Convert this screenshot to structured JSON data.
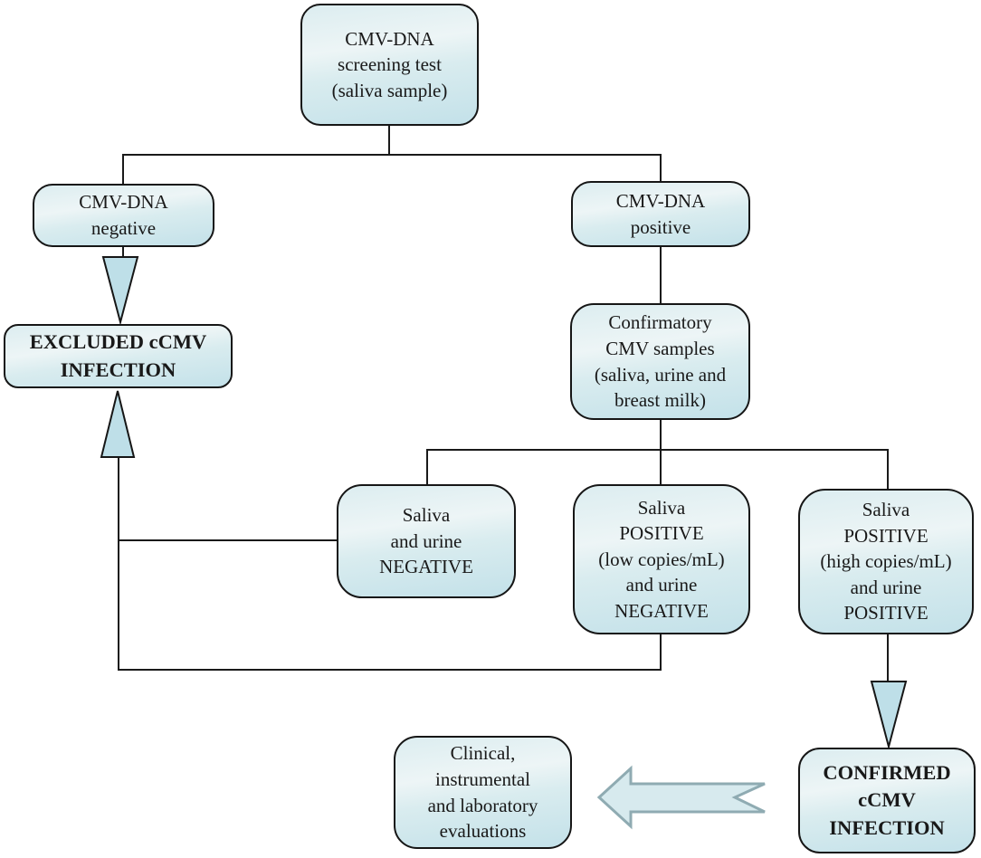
{
  "colors": {
    "node_border": "#161616",
    "node_fill_light": "#edf5f6",
    "node_fill_dark": "#c3e1e9",
    "connector_line": "#1a1a1a",
    "triangle_arrow_fill": "#bedfe8",
    "triangle_arrow_border": "#161616",
    "block_arrow_fill": "#d7eaee",
    "block_arrow_border": "#8fabb2"
  },
  "nodes": {
    "screening": {
      "label": "CMV-DNA\nscreening test\n(saliva sample)"
    },
    "cmv_negative": {
      "label": "CMV-DNA\nnegative"
    },
    "cmv_positive": {
      "label": "CMV-DNA\npositive"
    },
    "excluded": {
      "label": "EXCLUDED cCMV\nINFECTION"
    },
    "confirmatory": {
      "label": "Confirmatory\nCMV samples\n(saliva, urine and\nbreast milk)"
    },
    "saliva_urine_negative": {
      "label": "Saliva\nand urine\nNEGATIVE"
    },
    "saliva_positive_low": {
      "label": "Saliva\nPOSITIVE\n(low copies/mL)\nand urine\nNEGATIVE"
    },
    "saliva_positive_high": {
      "label": "Saliva\nPOSITIVE\n(high copies/mL)\nand urine\nPOSITIVE"
    },
    "confirmed": {
      "label": "CONFIRMED\ncCMV\nINFECTION"
    },
    "clinical": {
      "label": "Clinical,\ninstrumental\nand laboratory\nevaluations"
    }
  },
  "arrows": {
    "negative_to_excluded": "down-triangle-arrow",
    "children_to_excluded": "up-triangle-arrow",
    "high_positive_to_confirmed": "down-triangle-arrow",
    "confirmed_to_evaluations": "left-block-arrow"
  }
}
